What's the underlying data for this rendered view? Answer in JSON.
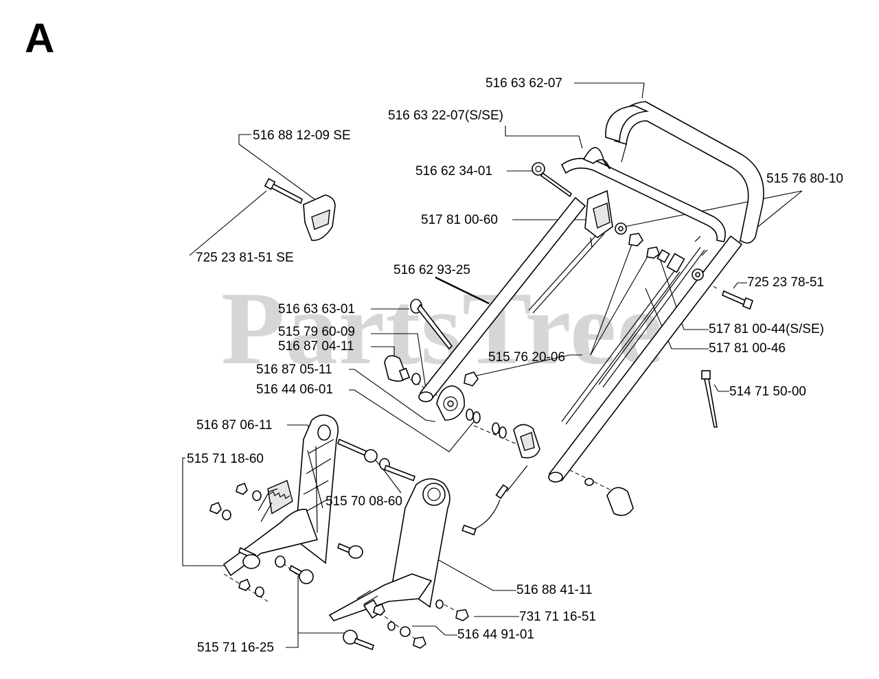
{
  "section_letter": "A",
  "watermark": "PartsTree",
  "labels": {
    "l01": "516 63 62-07",
    "l02": "516 63 22-07(S/SE)",
    "l03": "516 88 12-09 SE",
    "l04": "516 62 34-01",
    "l05": "515 76 80-10",
    "l06": "517 81 00-60",
    "l07": "725 23 81-51 SE",
    "l08": "516 62 93-25",
    "l09": "725 23 78-51",
    "l10": "516 63 63-01",
    "l11": "515 79 60-09",
    "l12": "516 87 04-11",
    "l13": "517 81 00-44(S/SE)",
    "l14": "515 76 20-06",
    "l15": "517 81 00-46",
    "l16": "516 87 05-11",
    "l17": "516 44 06-01",
    "l18": "514 71 50-00",
    "l19": "516 87 06-11",
    "l20": "515 71 18-60",
    "l21": "515 70 08-60",
    "l22": "516 88 41-11",
    "l23": "731 71 16-51",
    "l24": "516 44 91-01",
    "l25": "515 71 16-25"
  }
}
